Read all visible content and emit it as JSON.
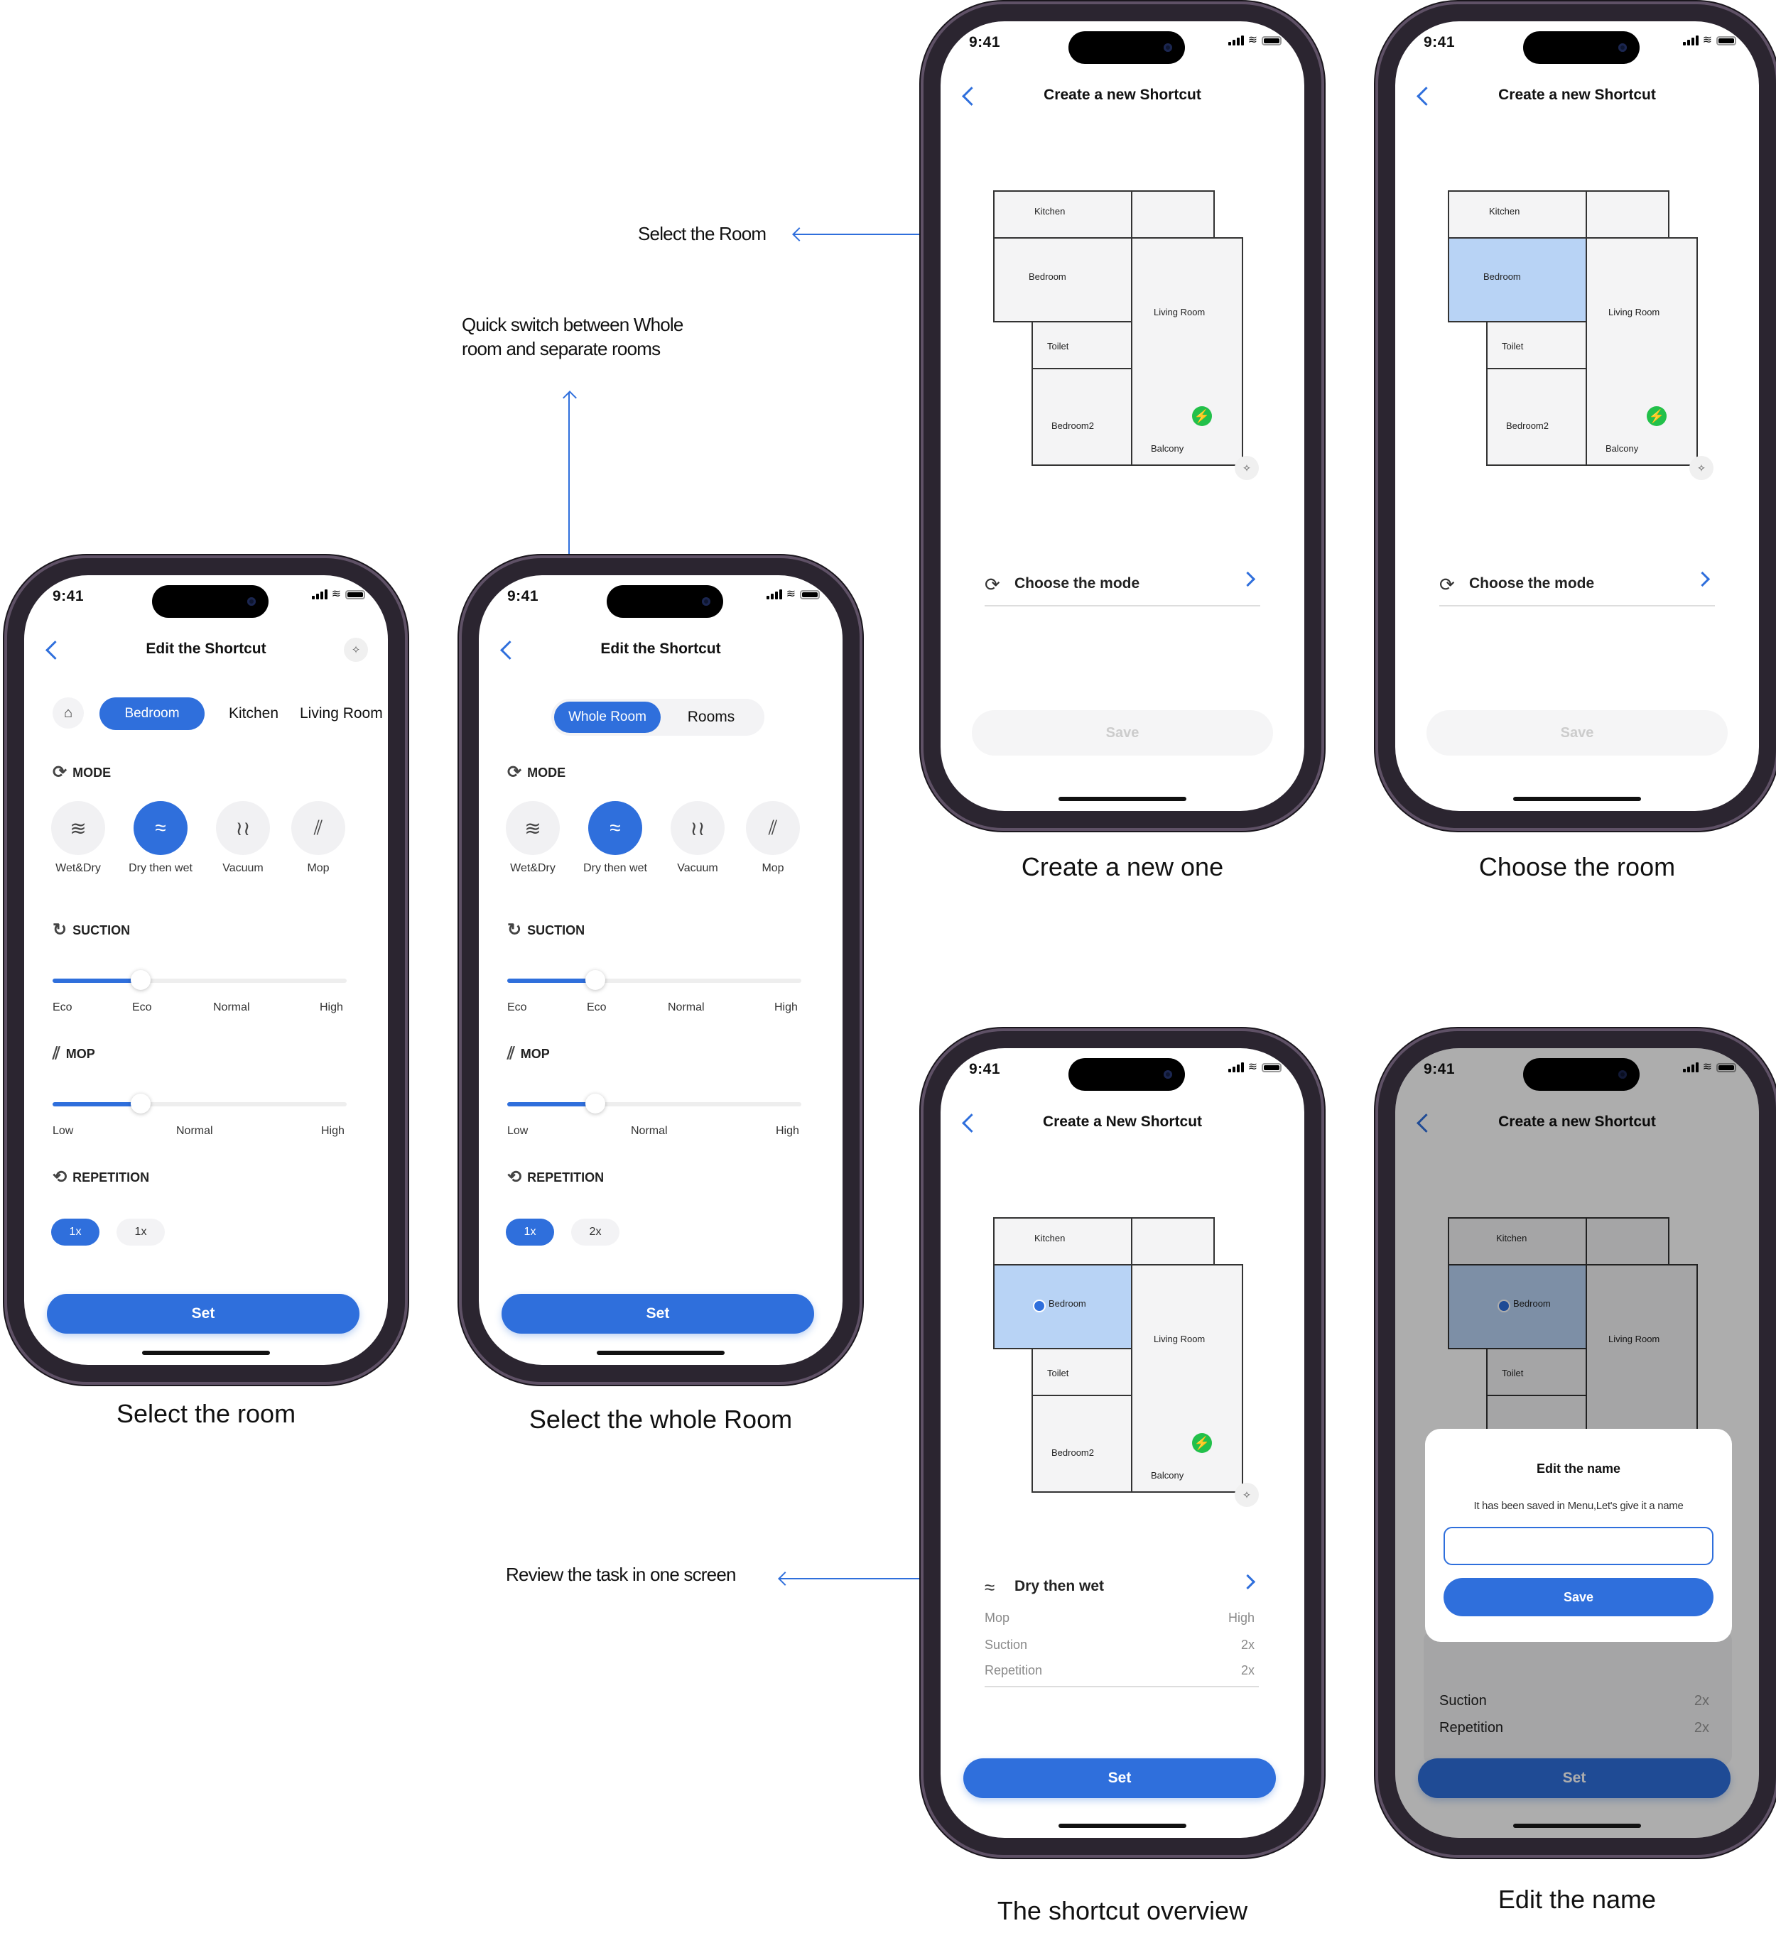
{
  "status_time": "9:41",
  "colors": {
    "accent": "#2f6fdc",
    "charger": "#22c04a",
    "selected_room": "#b8d3f5"
  },
  "annotations": {
    "select_room": "Select the Room",
    "quick_switch": "Quick switch between Whole room and separate rooms",
    "review": "Review the task in one screen"
  },
  "captions": {
    "p1": "Select the room",
    "p2": "Select the whole Room",
    "p3": "Create a new one",
    "p4": "Choose the room",
    "p5": "The shortcut overview",
    "p6": "Edit the name"
  },
  "p1": {
    "title": "Edit the Shortcut",
    "tabs": [
      "Bedroom",
      "Kitchen",
      "Living Room"
    ],
    "mode_label": "MODE",
    "modes": [
      "Wet&Dry",
      "Dry then wet",
      "Vacuum",
      "Mop"
    ],
    "suction_label": "SUCTION",
    "suction_ticks": [
      "Eco",
      "Eco",
      "Normal",
      "High"
    ],
    "suction_level": 0.3,
    "mop_label": "MOP",
    "mop_ticks": [
      "Low",
      "Normal",
      "High"
    ],
    "mop_level": 0.3,
    "repetition_label": "REPETITION",
    "repetition": [
      "1x",
      "1x"
    ],
    "set": "Set"
  },
  "p2": {
    "title": "Edit the Shortcut",
    "segments": [
      "Whole Room",
      "Rooms"
    ],
    "mode_label": "MODE",
    "modes": [
      "Wet&Dry",
      "Dry then wet",
      "Vacuum",
      "Mop"
    ],
    "suction_label": "SUCTION",
    "suction_ticks": [
      "Eco",
      "Eco",
      "Normal",
      "High"
    ],
    "suction_level": 0.3,
    "mop_label": "MOP",
    "mop_ticks": [
      "Low",
      "Normal",
      "High"
    ],
    "mop_level": 0.3,
    "repetition_label": "REPETITION",
    "repetition": [
      "1x",
      "2x"
    ],
    "set": "Set"
  },
  "map_labels": {
    "kitchen": "Kitchen",
    "bedroom": "Bedroom",
    "living": "Living Room",
    "toilet": "Toilet",
    "bedroom2": "Bedroom2",
    "balcony": "Balcony"
  },
  "p3": {
    "title": "Create a new Shortcut",
    "choose_mode": "Choose the mode",
    "save": "Save"
  },
  "p4": {
    "title": "Create a new Shortcut",
    "choose_mode": "Choose the mode",
    "save": "Save"
  },
  "p5": {
    "title": "Create a New Shortcut",
    "mode": "Dry then wet",
    "rows": [
      {
        "k": "Mop",
        "v": "High"
      },
      {
        "k": "Suction",
        "v": "2x"
      },
      {
        "k": "Repetition",
        "v": "2x"
      }
    ],
    "set": "Set"
  },
  "p6": {
    "title": "Create a new Shortcut",
    "dialog_title": "Edit the name",
    "dialog_text": "It has been saved in Menu,Let's give it a name",
    "dialog_input": "",
    "dialog_save": "Save",
    "rows": [
      {
        "k": "Suction",
        "v": "2x"
      },
      {
        "k": "Repetition",
        "v": "2x"
      }
    ],
    "set": "Set"
  }
}
